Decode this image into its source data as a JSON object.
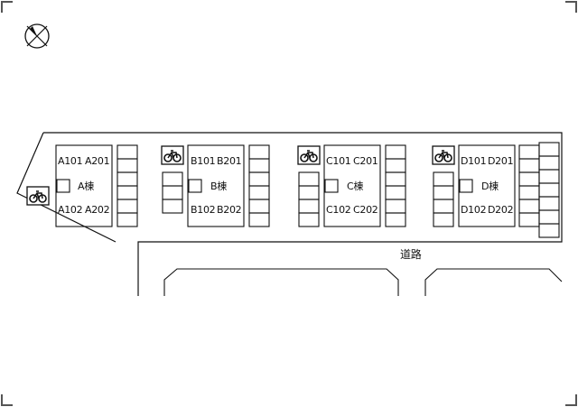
{
  "compass": {
    "label": "N",
    "icon": "compass-icon"
  },
  "buildings": [
    {
      "id": "A",
      "units": [
        "A101",
        "A201",
        "A102",
        "A202"
      ],
      "name": "A棟"
    },
    {
      "id": "B",
      "units": [
        "B101",
        "B201",
        "B102",
        "B202"
      ],
      "name": "B棟"
    },
    {
      "id": "C",
      "units": [
        "C101",
        "C201",
        "C102",
        "C202"
      ],
      "name": "C棟"
    },
    {
      "id": "D",
      "units": [
        "D101",
        "D201",
        "D102",
        "D202"
      ],
      "name": "D棟"
    }
  ],
  "road_label": "道路",
  "icons": {
    "bicycle": "bicycle-parking-icon",
    "corner": "corner-mark-icon"
  },
  "colors": {
    "line": "#111111",
    "background": "#ffffff"
  }
}
